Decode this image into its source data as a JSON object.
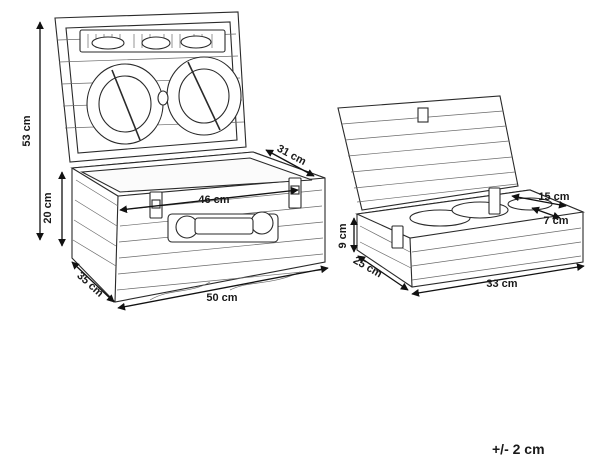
{
  "large_basket": {
    "height_open": "53 cm",
    "height": "20 cm",
    "inner_length": "46 cm",
    "inner_depth": "31 cm",
    "depth": "35 cm",
    "length": "50 cm"
  },
  "small_basket": {
    "height": "9 cm",
    "depth": "25 cm",
    "length": "33 cm",
    "compartment_length": "15 cm",
    "compartment_width": "7 cm"
  },
  "tolerance": "+/- 2 cm",
  "colors": {
    "line": "#2a2a2a",
    "arrow": "#111111",
    "background": "#ffffff"
  }
}
